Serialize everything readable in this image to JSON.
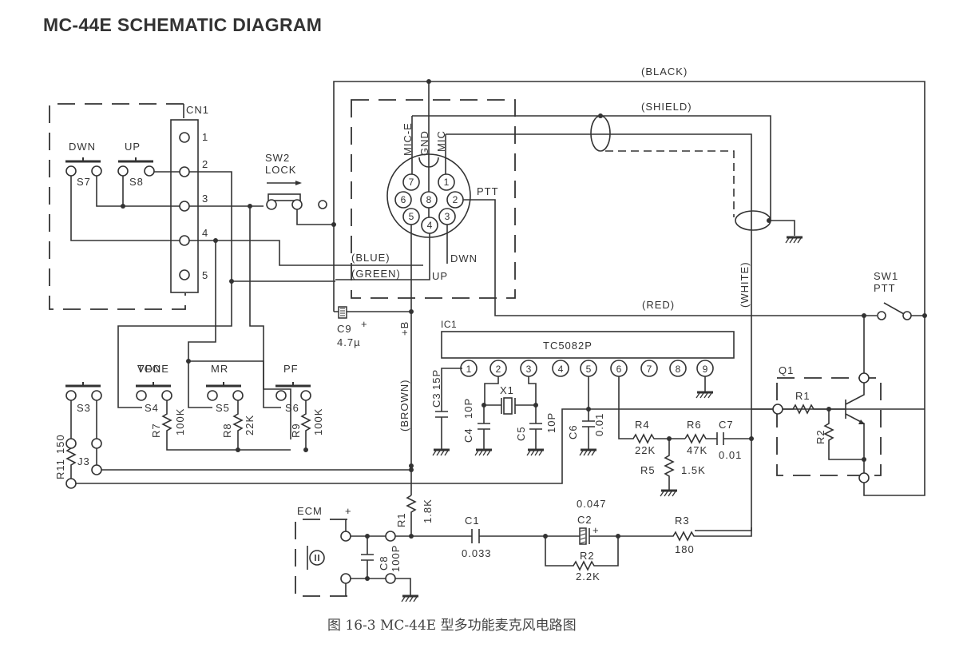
{
  "title": "MC-44E  SCHEMATIC DIAGRAM",
  "caption": "图 16-3   MC-44E 型多功能麦克风电路图",
  "connector_cn1": {
    "label": "CN1",
    "pins": [
      "1",
      "2",
      "3",
      "4",
      "5"
    ]
  },
  "switches": {
    "down": {
      "name": "DWN",
      "ref": "S7"
    },
    "up": {
      "name": "UP",
      "ref": "S8"
    },
    "lock": {
      "ref": "SW2",
      "name": "LOCK"
    },
    "tone": {
      "name": "TONE",
      "ref": "S3"
    },
    "vfo": {
      "name": "VFO",
      "ref": "S4"
    },
    "mr": {
      "name": "MR",
      "ref": "S5"
    },
    "pf": {
      "name": "PF",
      "ref": "S6"
    },
    "ptt": {
      "ref": "SW1",
      "name": "PTT"
    }
  },
  "mic_connector": {
    "labels": [
      "MIC-E",
      "GND",
      "MIC"
    ],
    "pins": [
      "1",
      "2",
      "3",
      "4",
      "5",
      "6",
      "7",
      "8"
    ],
    "ptt_label": "PTT",
    "dwn_label": "DWN",
    "up_label": "UP"
  },
  "wires": {
    "black": "(BLACK)",
    "shield": "(SHIELD)",
    "white": "(WHITE)",
    "red": "(RED)",
    "blue": "(BLUE)",
    "green": "(GREEN)",
    "brown": "(BROWN)"
  },
  "supply": "+B",
  "ic": {
    "ref": "IC1",
    "part": "TC5082P",
    "pins": [
      "1",
      "2",
      "3",
      "4",
      "5",
      "6",
      "7",
      "8",
      "9"
    ]
  },
  "components": {
    "c9": {
      "ref": "C9",
      "value": "4.7µ",
      "plus": "+"
    },
    "c3": {
      "ref": "C3",
      "value": "15P"
    },
    "c4": {
      "ref": "C4",
      "value": "10P"
    },
    "c5": {
      "ref": "C5",
      "value": "10P"
    },
    "c6": {
      "ref": "C6",
      "value": "0.01"
    },
    "c7": {
      "ref": "C7",
      "value": "0.01"
    },
    "x1": {
      "ref": "X1"
    },
    "r4": {
      "ref": "R4",
      "value": "22K"
    },
    "r5": {
      "ref": "R5",
      "value": "1.5K"
    },
    "r6": {
      "ref": "R6",
      "value": "47K"
    },
    "r7": {
      "ref": "R7",
      "value": "100K"
    },
    "r8": {
      "ref": "R8",
      "value": "22K"
    },
    "r9": {
      "ref": "R9",
      "value": "100K"
    },
    "r11": {
      "ref": "R11",
      "value": "150"
    },
    "j3": {
      "ref": "J3"
    },
    "q1": {
      "ref": "Q1",
      "r1": "R1",
      "r2": "R2"
    },
    "ecm": {
      "name": "ECM",
      "plus": "+"
    },
    "c8": {
      "ref": "C8",
      "value": "100P"
    },
    "r1": {
      "ref": "R1",
      "value": "1.8K"
    },
    "c1": {
      "ref": "C1",
      "value": "0.033"
    },
    "c2": {
      "ref": "C2",
      "value": "0.047",
      "plus": "+"
    },
    "r2": {
      "ref": "R2",
      "value": "2.2K"
    },
    "r3": {
      "ref": "R3",
      "value": "180"
    }
  }
}
